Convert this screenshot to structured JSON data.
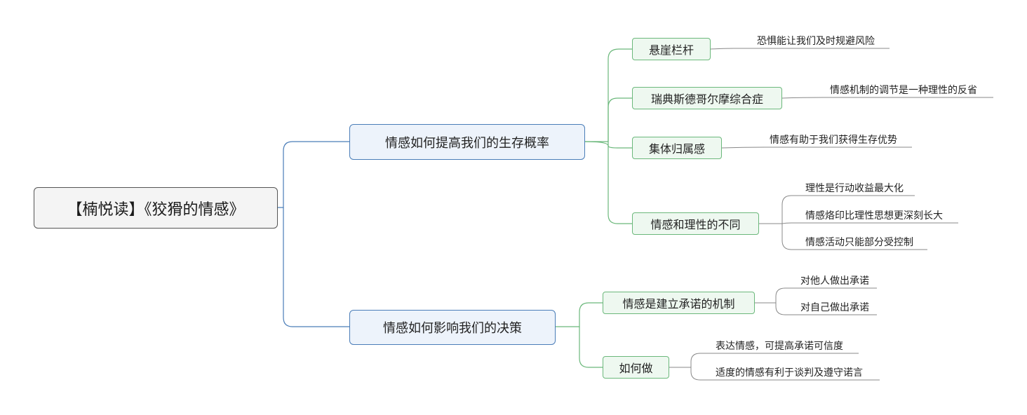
{
  "colors": {
    "main_branch": "#4a7db8",
    "sub_branch": "#6bb87b",
    "leaf_branch": "#888888"
  },
  "root": {
    "label": "【楠悦读】《狡猾的情感》"
  },
  "branches": [
    {
      "label": "情感如何提高我们的生存概率",
      "children": [
        {
          "label": "悬崖栏杆",
          "leaves": [
            "恐惧能让我们及时规避风险"
          ]
        },
        {
          "label": "瑞典斯德哥尔摩综合症",
          "leaves": [
            "情感机制的调节是一种理性的反省"
          ]
        },
        {
          "label": "集体归属感",
          "leaves": [
            "情感有助于我们获得生存优势"
          ]
        },
        {
          "label": "情感和理性的不同",
          "leaves": [
            "理性是行动收益最大化",
            "情感烙印比理性思想更深刻长大",
            "情感活动只能部分受控制"
          ]
        }
      ]
    },
    {
      "label": "情感如何影响我们的决策",
      "children": [
        {
          "label": "情感是建立承诺的机制",
          "leaves": [
            "对他人做出承诺",
            "对自己做出承诺"
          ]
        },
        {
          "label": "如何做",
          "leaves": [
            "表达情感，可提高承诺可信度",
            "适度的情感有利于谈判及遵守诺言"
          ]
        }
      ]
    }
  ]
}
